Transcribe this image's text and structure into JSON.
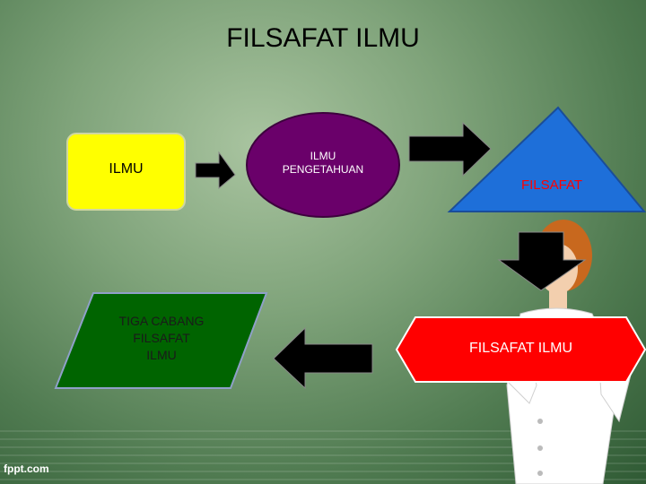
{
  "slide": {
    "title": "FILSAFAT ILMU",
    "logo_text": "fppt.com",
    "nodes": {
      "ilmu": "ILMU",
      "ilmu_pengetahuan_line1": "ILMU",
      "ilmu_pengetahuan_line2": "PENGETAHUAN",
      "filsafat": "FILSAFAT",
      "filsafat_ilmu": "FILSAFAT ILMU",
      "tiga_cabang_line1": "TIGA CABANG",
      "tiga_cabang_line2": "FILSAFAT",
      "tiga_cabang_line3": "ILMU"
    },
    "colors": {
      "ilmu_box": "#ffff00",
      "ellipse": "#6a006a",
      "triangle": "#1e6fd9",
      "hexagon": "#ff0000",
      "parallelogram": "#006400",
      "arrow": "#000000"
    }
  }
}
